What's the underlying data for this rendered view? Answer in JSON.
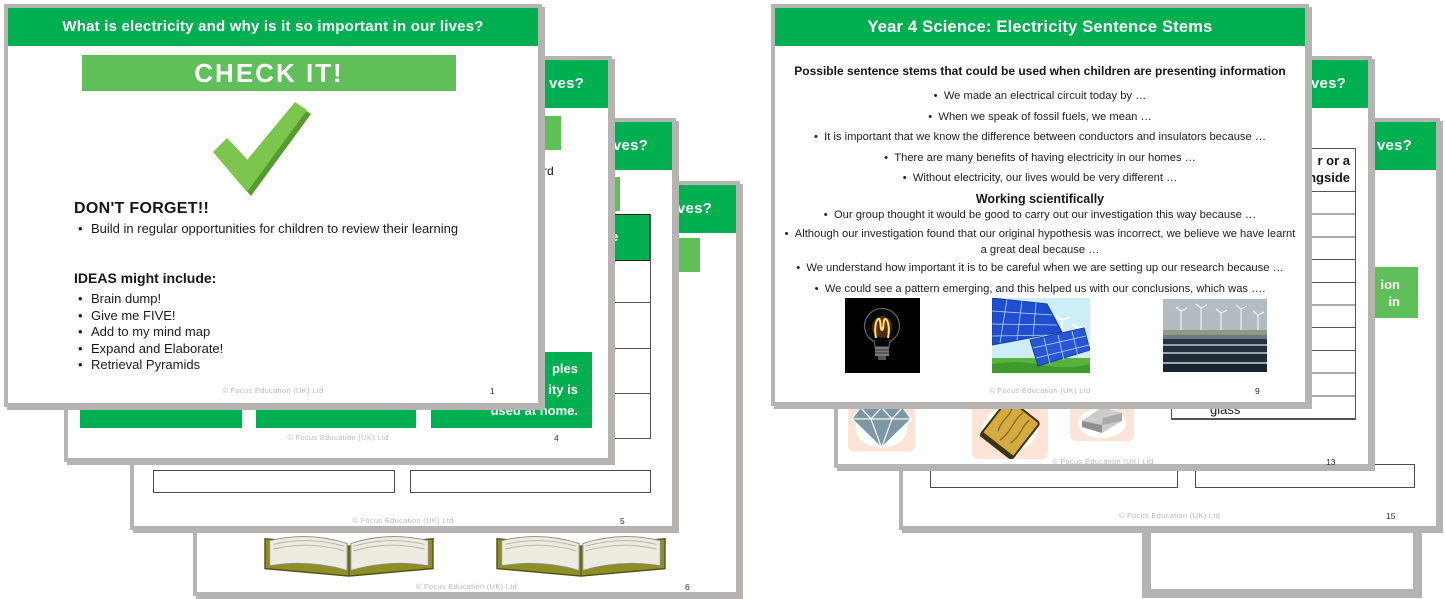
{
  "colors": {
    "slide_green": "#00b050",
    "light_green": "#5fbf58",
    "check_green": "#7cc64e",
    "shadow_gray": "#b6b4b2"
  },
  "footer_text": "© Focus Education (UK) Ltd",
  "slide1": {
    "title": "What is electricity and why is it so important in our lives?",
    "banner": "CHECK IT!",
    "heading": "DON'T FORGET!!",
    "bullet": "Build in regular opportunities for children to review their learning",
    "ideas_heading": "IDEAS might include:",
    "ideas": [
      "Brain dump!",
      "Give me FIVE!",
      "Add to my mind map",
      "Expand and Elaborate!",
      "Retrieval Pyramids"
    ],
    "page": "1"
  },
  "slide4": {
    "title_fragment": "ves?",
    "text_fragment": "rd",
    "green_box_lines": [
      "ples",
      "ity is",
      "used at home."
    ],
    "page": "4"
  },
  "slide5": {
    "title_fragment": "ves?",
    "header_cell_fragment": "e",
    "page": "5"
  },
  "slide6": {
    "title_fragment": "ves?",
    "page": "6"
  },
  "slide9": {
    "title": "Year 4 Science: Electricity Sentence Stems",
    "intro": "Possible sentence stems that could be used when children are presenting information",
    "bullets": [
      "We made an electrical circuit today by …",
      "When we speak of fossil fuels, we mean …",
      "It is important that we know the difference between conductors and insulators because …",
      "There are many benefits of having electricity in our homes …",
      "Without electricity, our lives would be very different …"
    ],
    "subheading": "Working scientifically",
    "ws_bullets": [
      "Our group thought it would be good to carry out our investigation this way because …",
      "Although our investigation found that our original hypothesis was incorrect, we believe we have learnt a great deal because …",
      "We understand how important it is to be careful when we are setting up our research because …",
      "We could see a pattern emerging, and this helped us with our conclusions, which was …."
    ],
    "photos": [
      "glowing-filament-light-bulb",
      "solar-panels-with-wind-turbines",
      "solar-farm-with-wind-turbines"
    ],
    "page": "9"
  },
  "slide13": {
    "title_fragment": "ves?",
    "table_header_fragments": [
      "r or a",
      "ngside"
    ],
    "table_cell_text": "glass",
    "cliparts": [
      "diamond",
      "wooden-plank",
      "grey-block"
    ],
    "page": "13"
  },
  "slide15": {
    "title_fragment": "ves?",
    "green_box_fragments": [
      "ion",
      "in"
    ],
    "page": "15"
  }
}
